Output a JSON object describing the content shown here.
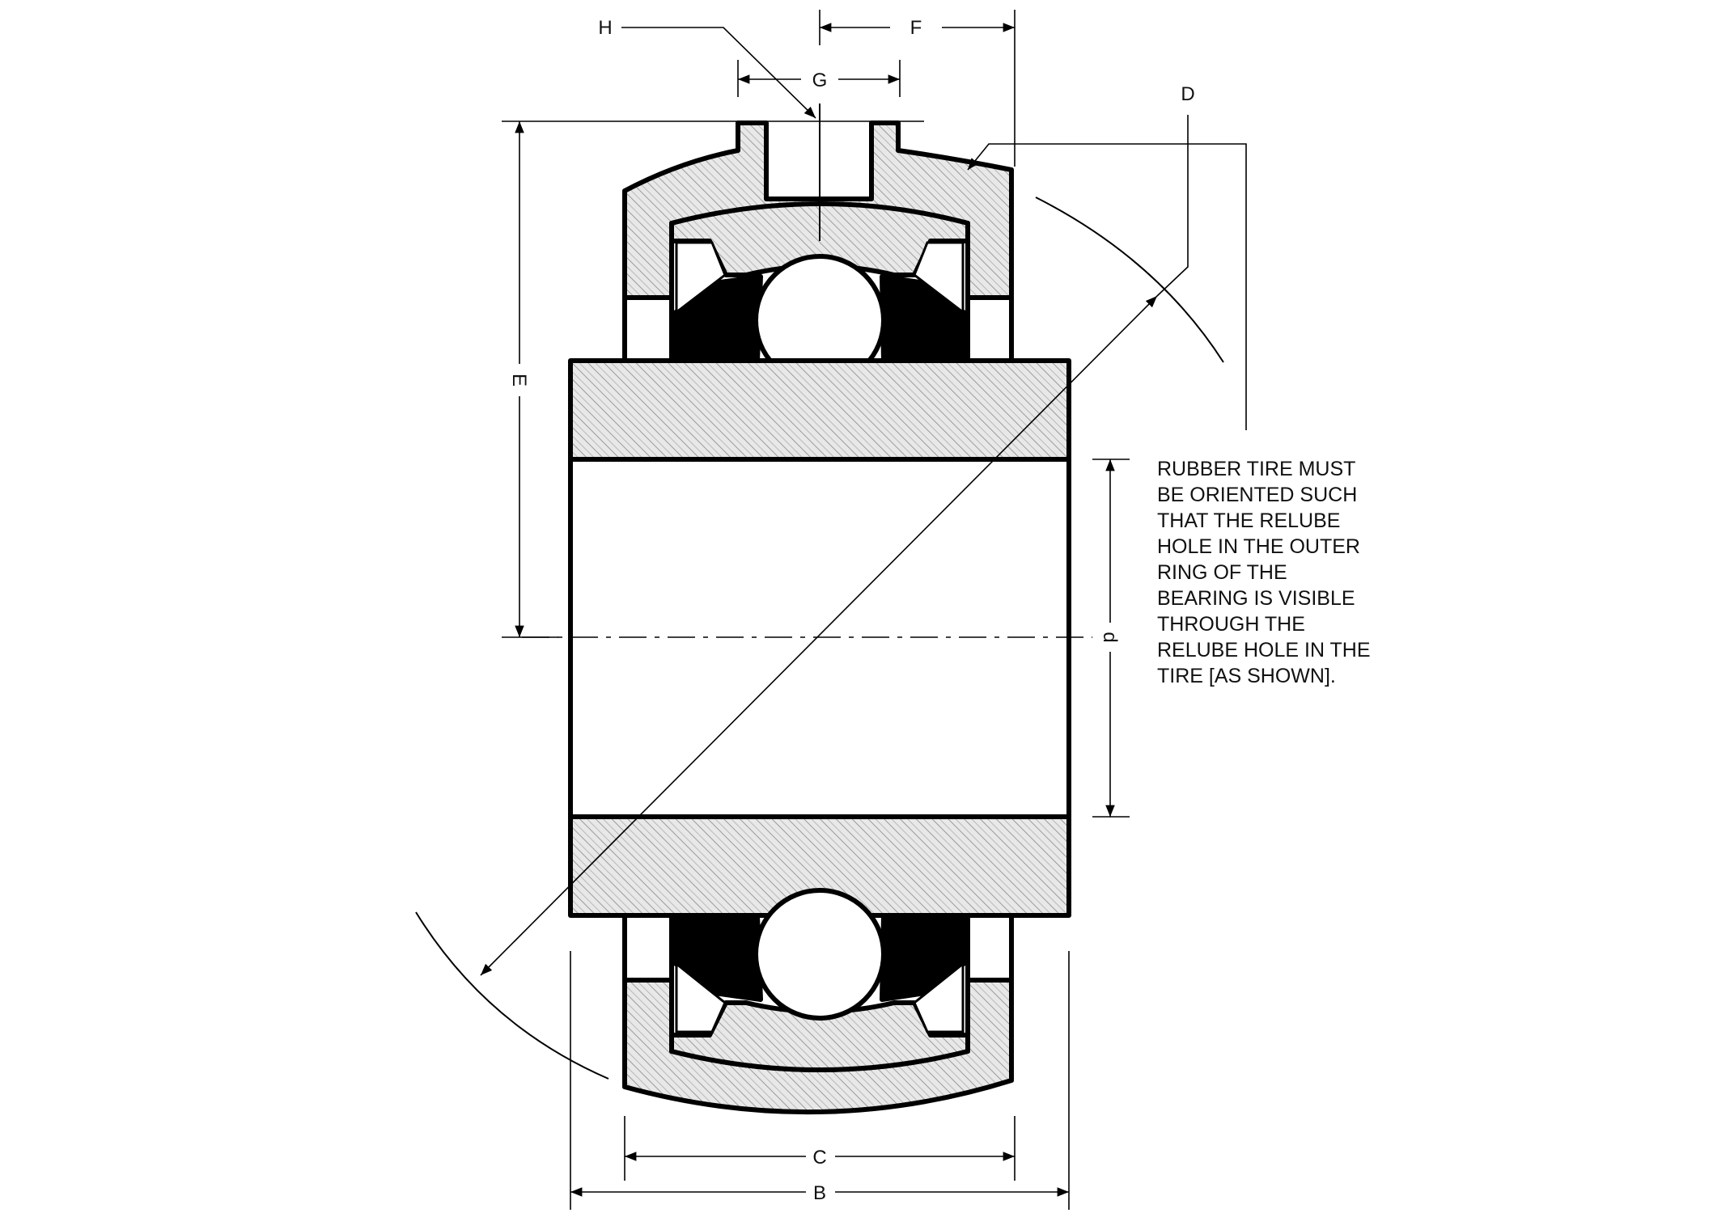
{
  "diagram": {
    "title": "",
    "labels": {
      "B": "B",
      "C": "C",
      "D": "D",
      "E": "E",
      "F": "F",
      "G": "G",
      "H": "H",
      "d": "d"
    },
    "note": [
      "RUBBER TIRE MUST",
      "BE ORIENTED SUCH",
      "THAT THE RELUBE",
      "HOLE IN THE OUTER",
      "RING OF THE",
      "BEARING IS VISIBLE",
      "THROUGH THE",
      "RELUBE HOLE IN THE",
      "TIRE [AS SHOWN]."
    ],
    "colors": {
      "line": "#000000",
      "hatch_fill": "#e8e8e8",
      "hatch_stroke": "#9a9a9a",
      "background": "#ffffff"
    }
  }
}
